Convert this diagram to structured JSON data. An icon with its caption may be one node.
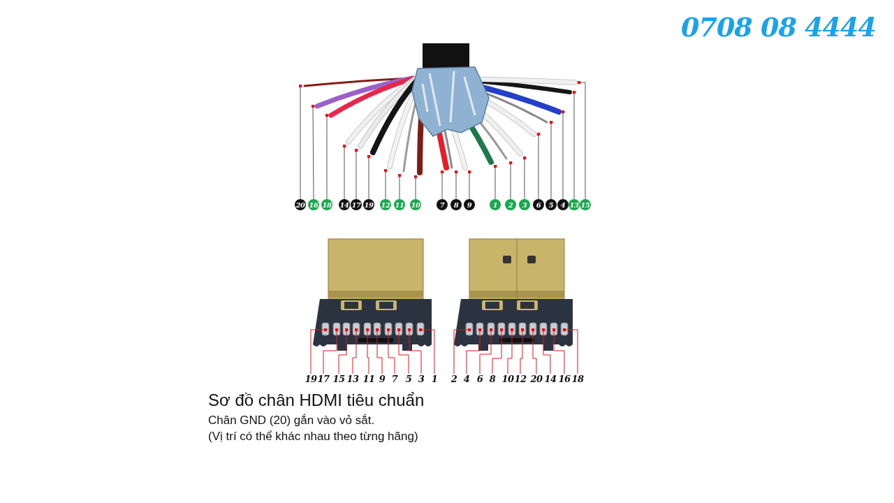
{
  "diagram": {
    "title": "Sơ đồ chân HDMI tiêu chuẩn",
    "nodes": [
      {
        "text": [
          "20"
        ]
      },
      {
        "text": [
          "16"
        ]
      },
      {
        "text": [
          "18"
        ]
      },
      {
        "text": [
          "14"
        ]
      },
      {
        "text": [
          "17"
        ]
      },
      {
        "text": [
          "19"
        ]
      },
      {
        "text": [
          "12"
        ]
      },
      {
        "text": [
          "11"
        ]
      },
      {
        "text": [
          "10"
        ]
      },
      {
        "text": [
          "7"
        ]
      },
      {
        "text": [
          "8"
        ]
      },
      {
        "text": [
          "9"
        ]
      },
      {
        "text": [
          "1"
        ]
      },
      {
        "text": [
          "2"
        ]
      },
      {
        "text": [
          "3"
        ]
      },
      {
        "text": [
          "6"
        ]
      },
      {
        "text": [
          "5"
        ]
      },
      {
        "text": [
          "4"
        ]
      },
      {
        "text": [
          "13"
        ]
      },
      {
        "text": [
          "15"
        ]
      },
      {
        "text": [
          "19"
        ]
      },
      {
        "text": [
          "17"
        ]
      },
      {
        "text": [
          "15"
        ]
      },
      {
        "text": [
          "13"
        ]
      },
      {
        "text": [
          "11"
        ]
      },
      {
        "text": [
          "9"
        ]
      },
      {
        "text": [
          "7"
        ]
      },
      {
        "text": [
          "5"
        ]
      },
      {
        "text": [
          "3"
        ]
      },
      {
        "text": [
          "1"
        ]
      },
      {
        "text": [
          "2"
        ]
      },
      {
        "text": [
          "4"
        ]
      },
      {
        "text": [
          "6"
        ]
      },
      {
        "text": [
          "8"
        ]
      },
      {
        "text": [
          "10"
        ]
      },
      {
        "text": [
          "12"
        ]
      },
      {
        "text": [
          "20"
        ]
      },
      {
        "text": [
          "14"
        ]
      },
      {
        "text": [
          "16"
        ]
      },
      {
        "text": [
          "18"
        ]
      }
    ],
    "edges": [
      {
        "from": 0,
        "to": null,
        "arrow": "other"
      },
      {
        "from": 1,
        "to": null,
        "arrow": "other"
      },
      {
        "from": 2,
        "to": null,
        "arrow": "other"
      },
      {
        "from": 3,
        "to": null,
        "arrow": "other"
      },
      {
        "from": 4,
        "to": null,
        "arrow": "other"
      },
      {
        "from": 5,
        "to": null,
        "arrow": "other"
      },
      {
        "from": 6,
        "to": null,
        "arrow": "other"
      },
      {
        "from": 7,
        "to": null,
        "arrow": "other"
      },
      {
        "from": 8,
        "to": null,
        "arrow": "other"
      },
      {
        "from": 9,
        "to": null,
        "arrow": "other"
      },
      {
        "from": 10,
        "to": null,
        "arrow": "other"
      },
      {
        "from": 11,
        "to": null,
        "arrow": "other"
      },
      {
        "from": 12,
        "to": null,
        "arrow": "other"
      },
      {
        "from": 13,
        "to": null,
        "arrow": "other"
      },
      {
        "from": 14,
        "to": null,
        "arrow": "other"
      },
      {
        "from": 15,
        "to": null,
        "arrow": "other"
      },
      {
        "from": 16,
        "to": null,
        "arrow": "other"
      },
      {
        "from": 17,
        "to": null,
        "arrow": "other"
      },
      {
        "from": 18,
        "to": null,
        "arrow": "other"
      },
      {
        "from": 19,
        "to": null,
        "arrow": "other"
      },
      {
        "from": 20,
        "to": null,
        "arrow": "other",
        "color": "#e8141b"
      },
      {
        "from": 21,
        "to": null,
        "arrow": "other",
        "color": "#e8141b"
      },
      {
        "from": 22,
        "to": null,
        "arrow": "other",
        "color": "#e8141b"
      },
      {
        "from": 23,
        "to": null,
        "arrow": "other",
        "color": "#e8141b"
      },
      {
        "from": 24,
        "to": null,
        "arrow": "other",
        "color": "#e8141b"
      },
      {
        "from": 25,
        "to": null,
        "arrow": "other",
        "color": "#e8141b"
      },
      {
        "from": 26,
        "to": null,
        "arrow": "other",
        "color": "#e8141b"
      },
      {
        "from": 27,
        "to": null,
        "arrow": "other",
        "color": "#e8141b"
      },
      {
        "from": 28,
        "to": null,
        "arrow": "other",
        "color": "#e8141b"
      },
      {
        "from": 29,
        "to": null,
        "arrow": "other",
        "color": "#e8141b"
      },
      {
        "from": 30,
        "to": null,
        "arrow": "other",
        "color": "#e8141b"
      },
      {
        "from": 31,
        "to": null,
        "arrow": "other",
        "color": "#e8141b"
      },
      {
        "from": 32,
        "to": null,
        "arrow": "other",
        "color": "#e8141b"
      },
      {
        "from": 33,
        "to": null,
        "arrow": "other",
        "color": "#e8141b"
      },
      {
        "from": 34,
        "to": null,
        "arrow": "other",
        "color": "#e8141b"
      },
      {
        "from": 35,
        "to": null,
        "arrow": "other",
        "color": "#e8141b"
      },
      {
        "from": 36,
        "to": null,
        "arrow": "other",
        "color": "#e8141b"
      },
      {
        "from": 37,
        "to": null,
        "arrow": "other",
        "color": "#e8141b"
      },
      {
        "from": 38,
        "to": null,
        "arrow": "other",
        "color": "#e8141b"
      },
      {
        "from": 39,
        "to": null,
        "arrow": "other",
        "color": "#e8141b"
      }
    ],
    "labels": [
      "0708 08 4444",
      "Chân GND (20) gắn vào vỏ sắt.",
      "(Vị trí có thể khác nhau theo từng hãng)"
    ]
  }
}
